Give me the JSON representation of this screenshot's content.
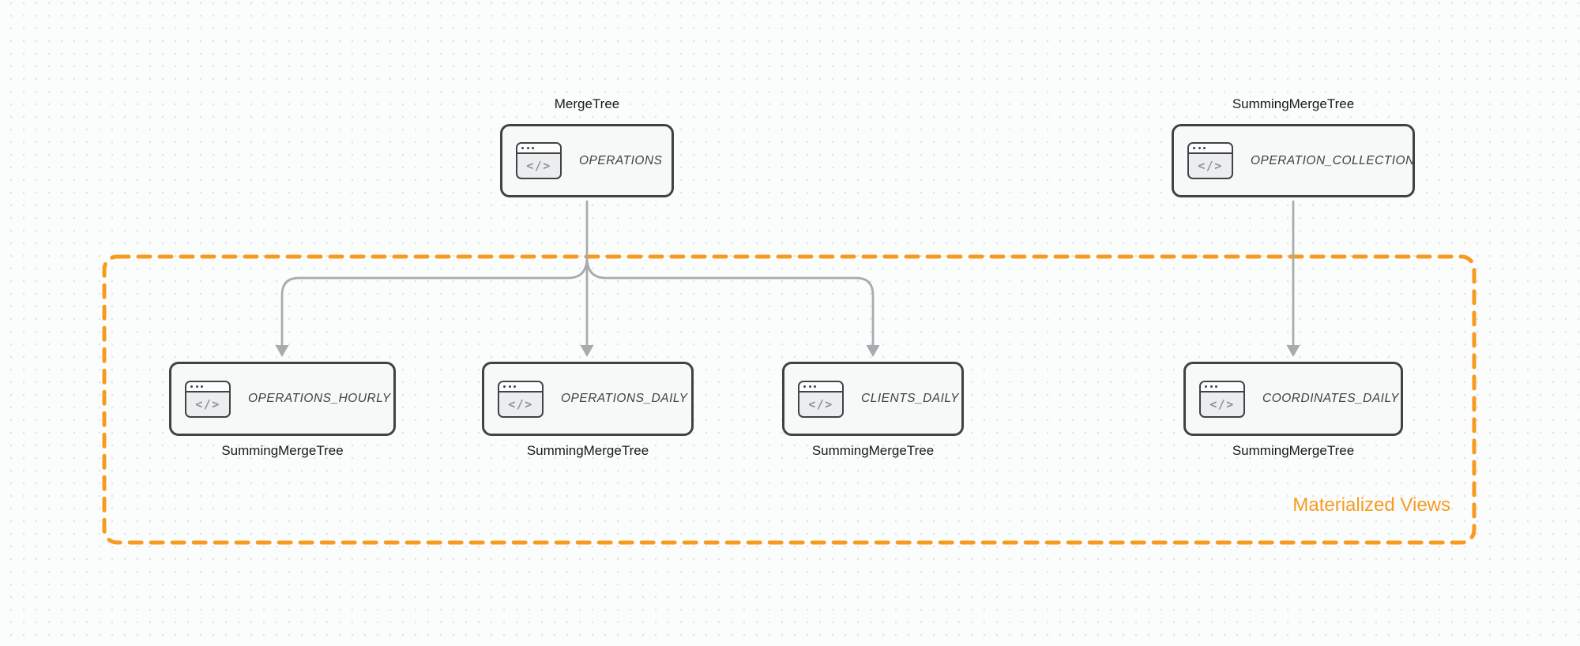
{
  "diagram": {
    "group_label": "Materialized Views",
    "nodes": [
      {
        "id": "operations",
        "engine": "MergeTree",
        "table": "OPERATIONS",
        "icon": "code-window-icon",
        "icon_glyph": "</>"
      },
      {
        "id": "operation-collection",
        "engine": "SummingMergeTree",
        "table": "OPERATION_COLLECTION",
        "icon": "code-window-icon",
        "icon_glyph": "</>"
      },
      {
        "id": "operations-hourly",
        "engine": "SummingMergeTree",
        "table": "OPERATIONS_HOURLY",
        "icon": "code-window-icon",
        "icon_glyph": "</>"
      },
      {
        "id": "operations-daily",
        "engine": "SummingMergeTree",
        "table": "OPERATIONS_DAILY",
        "icon": "code-window-icon",
        "icon_glyph": "</>"
      },
      {
        "id": "clients-daily",
        "engine": "SummingMergeTree",
        "table": "CLIENTS_DAILY",
        "icon": "code-window-icon",
        "icon_glyph": "</>"
      },
      {
        "id": "coordinates-daily",
        "engine": "SummingMergeTree",
        "table": "COORDINATES_DAILY",
        "icon": "code-window-icon",
        "icon_glyph": "</>"
      }
    ],
    "colors": {
      "accent_orange": "#F79B20",
      "arrow_gray": "#A6ABAE",
      "node_border": "#3E4347",
      "node_fill": "#F7F8F8",
      "icon_glyph_color": "#8D9397",
      "label_text": "#17191B"
    }
  }
}
